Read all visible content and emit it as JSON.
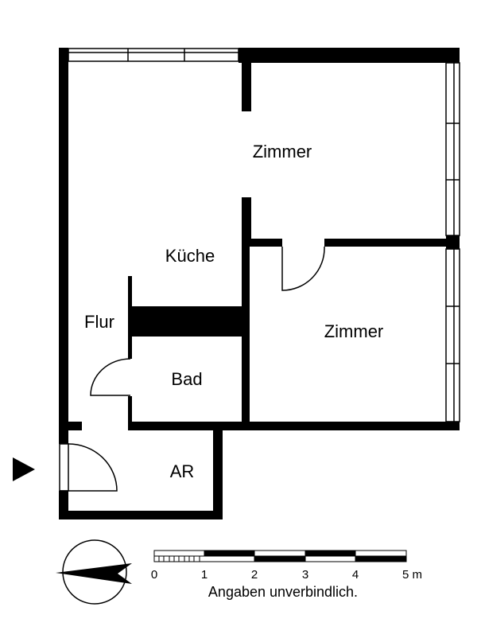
{
  "rooms": {
    "zimmer_top": "Zimmer",
    "kueche": "Küche",
    "flur": "Flur",
    "zimmer_bottom": "Zimmer",
    "bad": "Bad",
    "ar": "AR"
  },
  "scale": {
    "ticks": [
      "0",
      "1",
      "2",
      "3",
      "4",
      "5 m"
    ],
    "note": "Angaben unverbindlich."
  },
  "icons": {
    "compass": "north-arrow-icon",
    "entrance": "entrance-arrow-icon"
  },
  "colors": {
    "wall": "#000000",
    "background": "#ffffff"
  }
}
